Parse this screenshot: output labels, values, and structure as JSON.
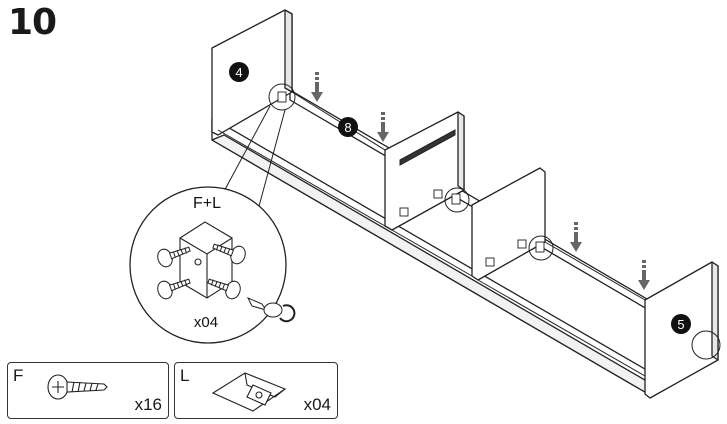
{
  "step": {
    "number": "10"
  },
  "callouts": {
    "panel_left": "4",
    "panel_middle": "8",
    "panel_right": "5"
  },
  "detail": {
    "label": "F+L",
    "quantity": "x04"
  },
  "parts": [
    {
      "letter": "F",
      "quantity": "x16",
      "icon": "screw-icon"
    },
    {
      "letter": "L",
      "quantity": "x04",
      "icon": "corner-bracket-icon"
    }
  ],
  "colors": {
    "ink": "#1a1a1a",
    "arrow": "#555555",
    "panel": "#ffffff"
  }
}
